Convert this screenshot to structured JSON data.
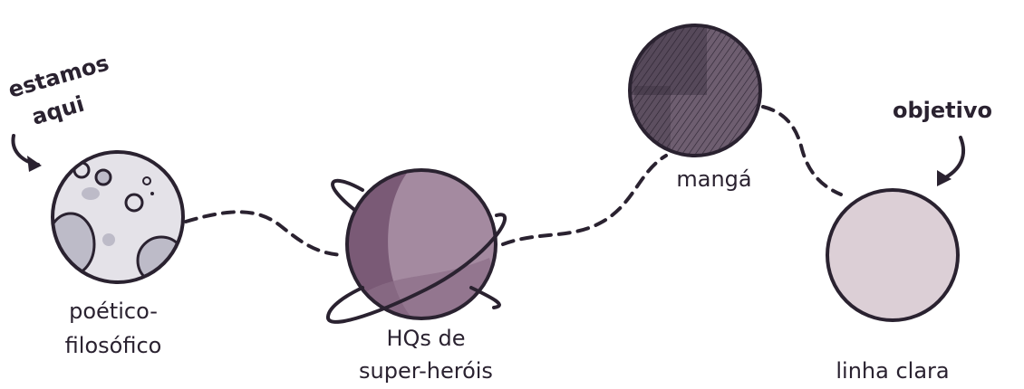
{
  "diagram": {
    "planets": [
      {
        "id": "poetico",
        "label_lines": [
          "poético-",
          "filosófico"
        ]
      },
      {
        "id": "super",
        "label_lines": [
          "HQs de",
          "super-heróis"
        ]
      },
      {
        "id": "manga",
        "label_lines": [
          "mangá"
        ]
      },
      {
        "id": "linha",
        "label_lines": [
          "linha clara"
        ]
      }
    ],
    "annotations": {
      "here_lines": [
        "estamos",
        "aqui"
      ],
      "goal": "objetivo"
    },
    "colors": {
      "ink": "#2a2230",
      "moon_fill": "#e4e2e8",
      "moon_crater": "#bdbbc8",
      "super_fill": "#a48aa0",
      "super_shadow": "#7a5a76",
      "manga_fill": "#5a4a5c",
      "linha_fill": "#dccfd6"
    }
  }
}
